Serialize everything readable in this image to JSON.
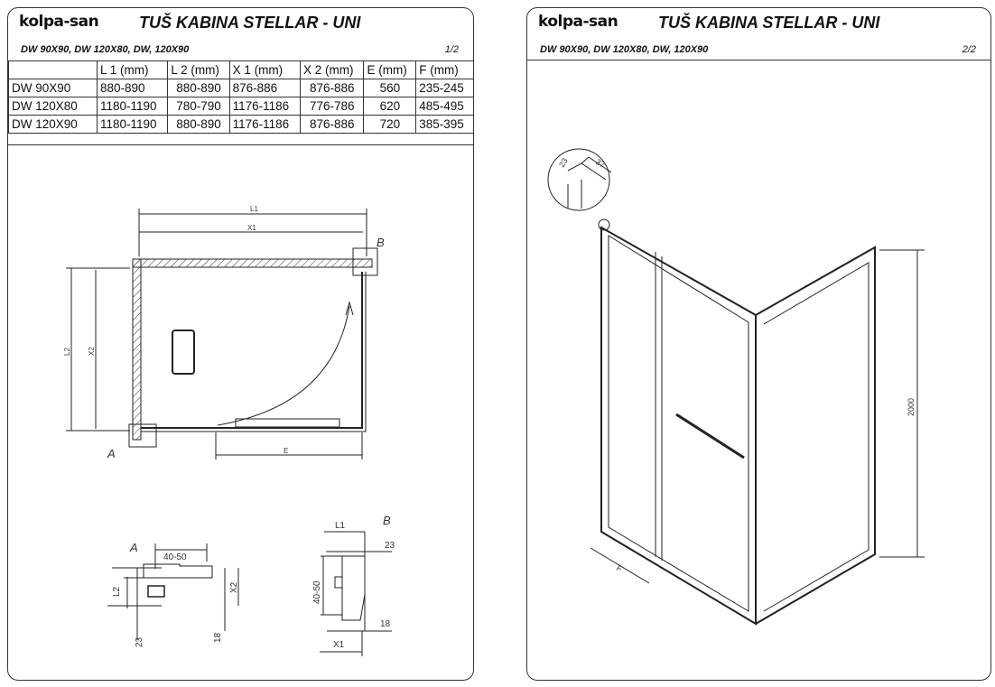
{
  "brand": "kolpa-san",
  "title": "TUŠ KABINA STELLAR - UNI",
  "subtitle": "DW  90X90, DW 120X80, DW, 120X90",
  "page1": {
    "page_number": "1/2",
    "table": {
      "headers": [
        "",
        "L 1 (mm)",
        "L 2 (mm)",
        "X 1 (mm)",
        "X 2 (mm)",
        "E  (mm)",
        "F  (mm)"
      ],
      "rows": [
        [
          "DW 90X90",
          "880-890",
          "880-890",
          "876-886",
          "876-886",
          "560",
          "235-245"
        ],
        [
          "DW 120X80",
          "1180-1190",
          "780-790",
          "1176-1186",
          "776-786",
          "620",
          "485-495"
        ],
        [
          "DW 120X90",
          "1180-1190",
          "880-890",
          "1176-1186",
          "876-886",
          "720",
          "385-395"
        ]
      ]
    },
    "plan": {
      "l1": "L1",
      "x1": "X1",
      "l2": "L2",
      "x2": "X2",
      "e": "E",
      "a": "A",
      "b": "B"
    },
    "detail_a": {
      "label": "A",
      "w": "40-50",
      "l2": "L2",
      "x2": "X2",
      "d23": "23",
      "d18": "18"
    },
    "detail_b": {
      "label": "B",
      "l1": "L1",
      "d23": "23",
      "h": "40-50",
      "d18": "18",
      "x1": "X1"
    }
  },
  "page2": {
    "page_number": "2/2",
    "d23": "23",
    "d37": "37",
    "height": "2000",
    "f": "F"
  }
}
